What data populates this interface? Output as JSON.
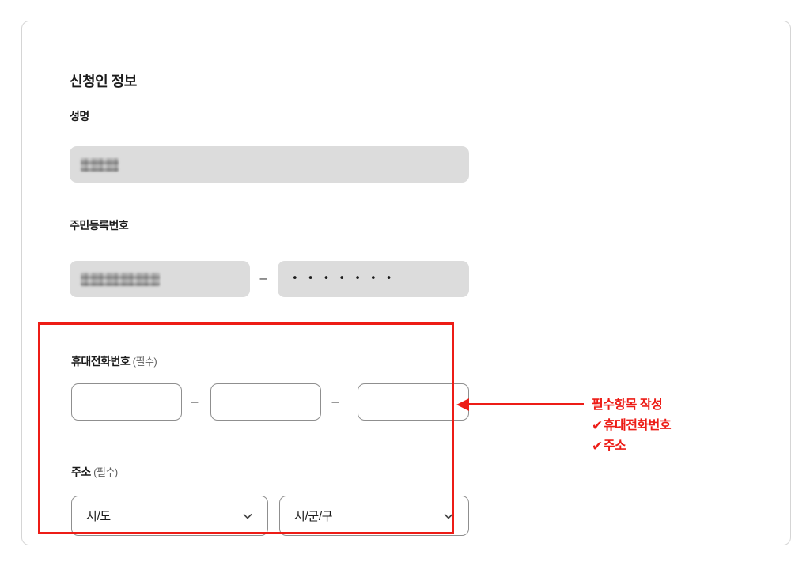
{
  "colors": {
    "annotation_red": "#ed1c16",
    "disabled_input_bg": "#dcdcdc",
    "input_border": "#8f8f8f",
    "card_border": "#d5d5d5"
  },
  "card": {
    "section_title": "신청인 정보"
  },
  "fields": {
    "name": {
      "label": "성명",
      "value_state": "redacted-blur"
    },
    "rrn": {
      "label": "주민등록번호",
      "separator": "–",
      "front_value_state": "redacted-blur",
      "back_masked_value": "• • • • • • •"
    },
    "phone": {
      "label": "휴대전화번호",
      "required_suffix": "(필수)",
      "separator": "–",
      "part1_value": "",
      "part2_value": "",
      "part3_value": ""
    },
    "address": {
      "label": "주소",
      "required_suffix": "(필수)",
      "sido_selected": "시/도",
      "sigungu_selected": "시/군/구"
    }
  },
  "annotation": {
    "title": "필수항목 작성",
    "check_glyph": "✔",
    "items": [
      {
        "label": "휴대전화번호"
      },
      {
        "label": "주소"
      }
    ]
  }
}
